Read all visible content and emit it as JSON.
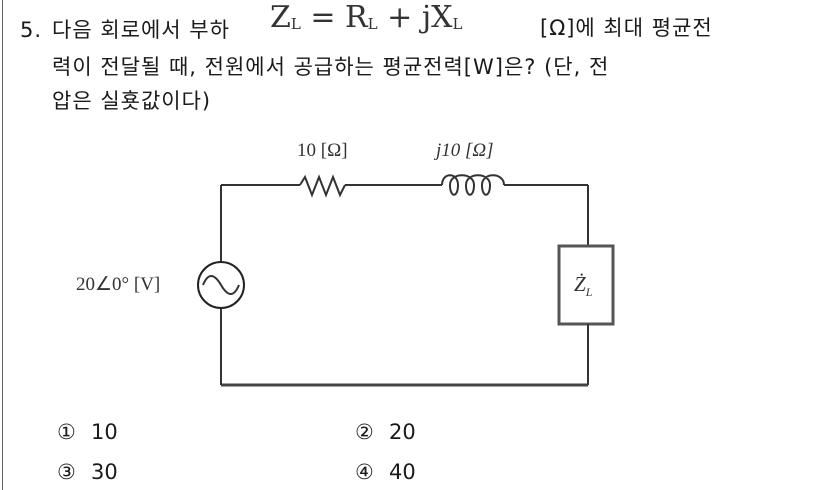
{
  "question": {
    "number": "5.",
    "line1_prefix": "다음 회로에서 부하",
    "formula": {
      "lhs": "Z",
      "lhs_sub": "L",
      "eq": " = ",
      "r": "R",
      "r_sub": "L",
      "plus": " + ",
      "jx": "jX",
      "jx_sub": "L"
    },
    "line1_suffix": "[Ω]에 최대 평균전",
    "line2": "력이 전달될 때, 전원에서 공급하는 평균전력[W]은? (단, 전",
    "line3": "압은 실횻값이다)"
  },
  "circuit": {
    "resistor_label": "10 [Ω]",
    "inductor_label": "j10 [Ω]",
    "source_label": "20∠0° [V]",
    "load_label": "Ż",
    "load_sub": "L"
  },
  "choices": [
    {
      "mark": "①",
      "value": "10"
    },
    {
      "mark": "②",
      "value": "20"
    },
    {
      "mark": "③",
      "value": "30"
    },
    {
      "mark": "④",
      "value": "40"
    }
  ]
}
